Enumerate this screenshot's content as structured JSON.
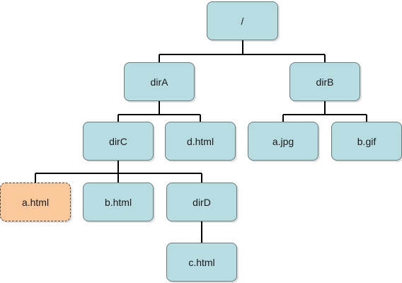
{
  "tree": {
    "root": "/",
    "dirA": "dirA",
    "dirB": "dirB",
    "dirC": "dirC",
    "d_html": "d.html",
    "a_jpg": "a.jpg",
    "b_gif": "b.gif",
    "a_html": "a.html",
    "b_html": "b.html",
    "dirD": "dirD",
    "c_html": "c.html"
  },
  "colors": {
    "node_fill": "#b7dde2",
    "highlight_fill": "#f9c89b"
  }
}
